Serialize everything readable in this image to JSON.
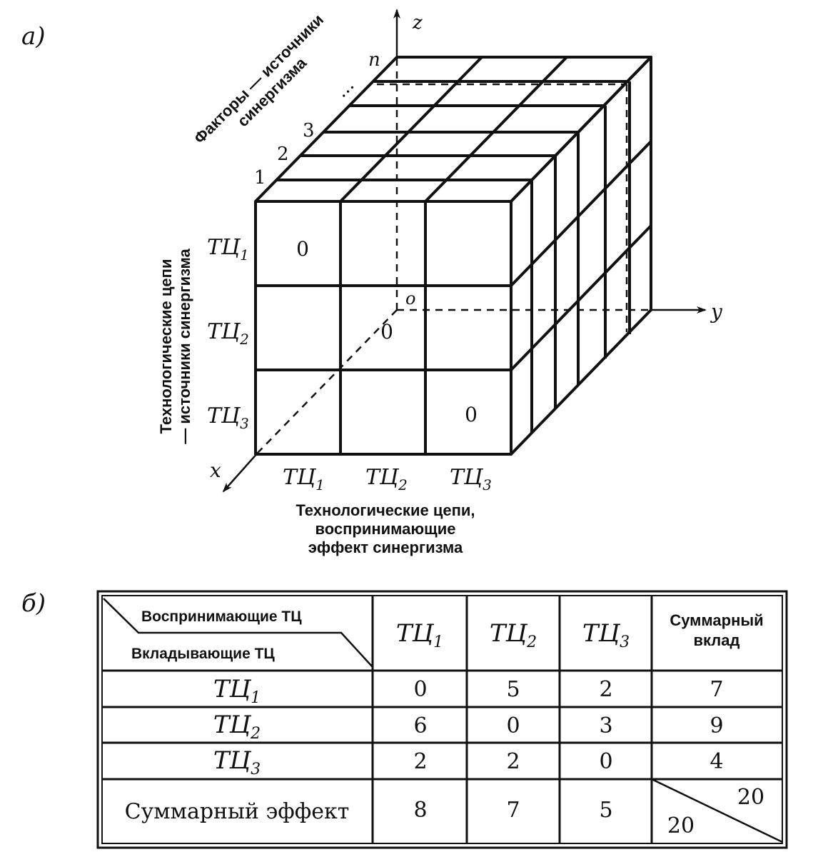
{
  "part_a": {
    "label": "a)",
    "axes": {
      "x": "x",
      "y": "y",
      "z": "z",
      "origin": "o"
    },
    "depth_labels": [
      "1",
      "2",
      "3",
      "...",
      "n"
    ],
    "factor_axis_title": [
      "Факторы — источники",
      "синергизма"
    ],
    "row_axis_title": [
      "Технологические цепи",
      "— источники синергизма"
    ],
    "col_axis_title": [
      "Технологические цепи,",
      "воспринимающие",
      "эффект синергизма"
    ],
    "chains": [
      {
        "base": "ТЦ",
        "sub": "1"
      },
      {
        "base": "ТЦ",
        "sub": "2"
      },
      {
        "base": "ТЦ",
        "sub": "3"
      }
    ],
    "diagonal_values": [
      "0",
      "0",
      "0"
    ]
  },
  "part_b": {
    "label": "б)",
    "header_top": "Воспринимающие ТЦ",
    "header_bottom": "Вкладывающие ТЦ",
    "total_contribution": [
      "Суммарный",
      "вклад"
    ],
    "total_effect": "Суммарный эффект",
    "grand_total_right": "20",
    "grand_total_left": "20",
    "columns": [
      {
        "base": "ТЦ",
        "sub": "1"
      },
      {
        "base": "ТЦ",
        "sub": "2"
      },
      {
        "base": "ТЦ",
        "sub": "3"
      }
    ],
    "rows": [
      {
        "base": "ТЦ",
        "sub": "1",
        "values": [
          "0",
          "5",
          "2"
        ],
        "total": "7"
      },
      {
        "base": "ТЦ",
        "sub": "2",
        "values": [
          "6",
          "0",
          "3"
        ],
        "total": "9"
      },
      {
        "base": "ТЦ",
        "sub": "3",
        "values": [
          "2",
          "2",
          "0"
        ],
        "total": "4"
      }
    ],
    "effect_values": [
      "8",
      "7",
      "5"
    ]
  }
}
